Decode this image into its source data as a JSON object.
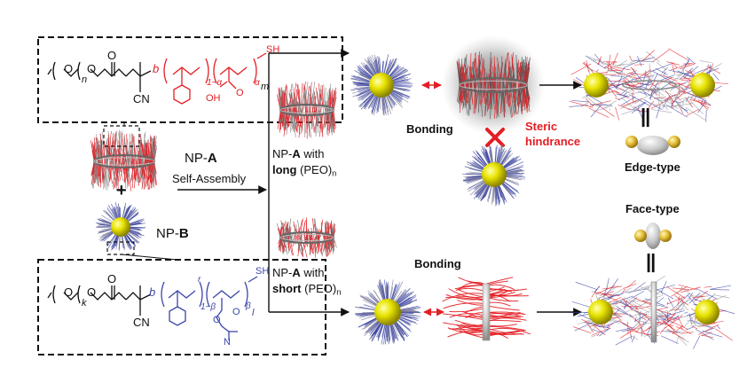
{
  "colors": {
    "red": "#e31e24",
    "blue": "#3c46a8",
    "gray": "#9a9a9a",
    "black": "#111111",
    "gold": "#e4e000"
  },
  "labels": {
    "npa_prefix": "NP-",
    "npa_letter": "A",
    "plus": "+",
    "npb_prefix": "NP-",
    "npb_letter": "B",
    "self_assembly": "Self-Assembly",
    "long_line1_prefix": "NP-",
    "long_line1_letter": "A",
    "long_line1_suffix": " with",
    "long_word": "long",
    "long_rest": " (PEO)",
    "long_sub": "n",
    "short_line1_prefix": "NP-",
    "short_line1_letter": "A",
    "short_line1_suffix": " with",
    "short_word": "short",
    "short_rest": " (PEO)",
    "short_sub": "n",
    "bonding_top": "Bonding",
    "bonding_bottom": "Bonding",
    "steric_1": "Steric",
    "steric_2": "hindrance",
    "edge_type": "Edge-type",
    "face_type": "Face-type",
    "equals": "||"
  },
  "chem_top": {
    "o1": "O",
    "o2": "O",
    "o3": "O",
    "n_sub": "n",
    "cn": "CN",
    "b": "b",
    "sh": "SH",
    "r1a": "1−α",
    "a": "α",
    "m": "m",
    "oh": "OH",
    "o4": "O"
  },
  "chem_bottom": {
    "o1": "O",
    "o2": "O",
    "o3": "O",
    "k_sub": "k",
    "cn": "CN",
    "b": "b",
    "sh": "SH",
    "r": "r",
    "r1b": "1−β",
    "b2": "β",
    "l": "l",
    "o4": "O",
    "o5": "O",
    "n": "N"
  }
}
